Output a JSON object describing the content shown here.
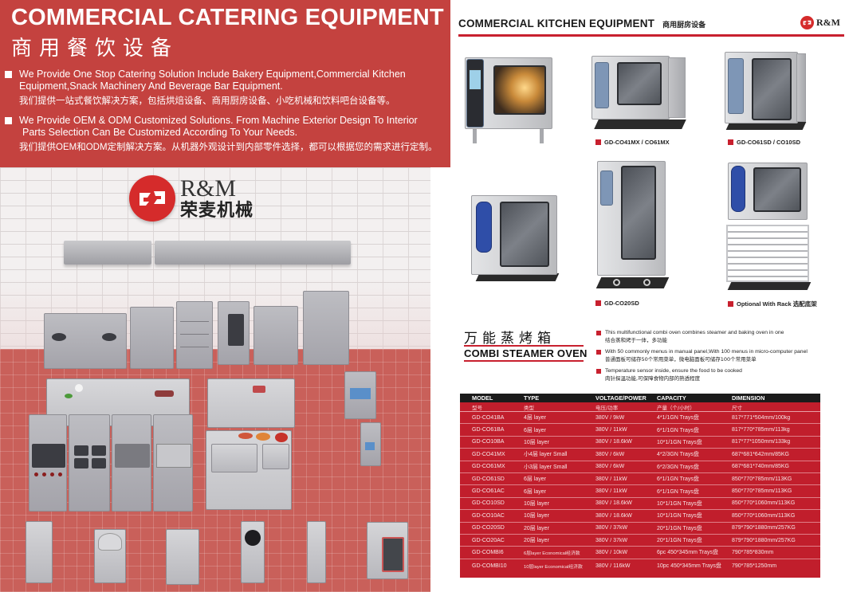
{
  "left_page": {
    "title": "COMMERCIAL CATERING EQUIPMENT",
    "title_cn": "商用餐饮设备",
    "bullets": [
      {
        "en_line1": "We Provide One Stop Catering Solution Include Bakery Equipment,Commercial Kitchen",
        "en_line2": "Equipment,Snack Machinery And Beverage Bar Equipment.",
        "cn": "我们提供一站式餐饮解决方案，包括烘焙设备、商用厨房设备、小吃机械和饮料吧台设备等。"
      },
      {
        "en_line1": "We Provide OEM & ODM Customized Solutions. From Machine Exterior Design To Interior",
        "en_line2": "Parts Selection Can Be Customized According To Your Needs.",
        "cn": "我们提供OEM和ODM定制解决方案。从机器外观设计到内部零件选择，都可以根据您的需求进行定制。"
      }
    ],
    "brand": {
      "name_en": "R&M",
      "name_cn": "荣麦机械"
    },
    "colors": {
      "banner": "#c4423f",
      "floor": "#c9605a",
      "brand_red": "#d52b2b"
    }
  },
  "right_page": {
    "header": {
      "title": "COMMERCIAL KITCHEN EQUIPMENT",
      "title_cn": "商用厨房设备",
      "logo_text": "R&M"
    },
    "product_captions": [
      "GD-CO41MX / CO61MX",
      "GD-CO61SD / CO10SD",
      "GD-CO20SD",
      "Optional With Rack 选配底架"
    ],
    "section": {
      "title_cn": "万能蒸烤箱",
      "title_en": "COMBI STEAMER OVEN"
    },
    "features": [
      {
        "en": "This multifunctional combi oven combines steamer and baking oven in one",
        "cn": "结合蒸和烤于一体，多功能"
      },
      {
        "en": "With 50 commonly menus in manual panel,With 100 menus in micro-computer panel",
        "cn": "普通面板可储存50个常用菜单，微电脑面板可储存100个常用菜单"
      },
      {
        "en": "Temperature sensor inside, ensure the food to be cooked",
        "cn": "肉针探温功能,可保障食物内部的熟透程度"
      }
    ],
    "table": {
      "headers": [
        "MODEL",
        "TYPE",
        "VOLTAGE/POWER",
        "CAPACITY",
        "DIMENSION"
      ],
      "headers_cn": [
        "型号",
        "类型",
        "电压/功率",
        "产量（个/小时）",
        "尺寸"
      ],
      "rows": [
        [
          "GD-CO41BA",
          "4层 layer",
          "380V / 9kW",
          "4*1/1GN Trays盘",
          "817*771*504mm/100kg"
        ],
        [
          "GD-CO61BA",
          "6层 layer",
          "380V / 11kW",
          "6*1/1GN Trays盘",
          "817*770*785mm/113kg"
        ],
        [
          "GD-CO10BA",
          "10层 layer",
          "380V / 18.6kW",
          "10*1/1GN Trays盘",
          "817*77*1050mm/133kg"
        ],
        [
          "GD-CO41MX",
          "小4层 layer Small",
          "380V / 6kW",
          "4*2/3GN Trays盘",
          "687*681*642mm/85KG"
        ],
        [
          "GD-CO61MX",
          "小3层 layer Small",
          "380V / 6kW",
          "6*2/3GN Trays盘",
          "687*681*740mm/85KG"
        ],
        [
          "GD-CO61SD",
          "6层 layer",
          "380V / 11kW",
          "6*1/1GN Trays盘",
          "850*770*785mm/113KG"
        ],
        [
          "GD-CO61AC",
          "6层 layer",
          "380V / 11kW",
          "6*1/1GN Trays盘",
          "850*770*785mm/113KG"
        ],
        [
          "GD-CO10SD",
          "10层 layer",
          "380V / 18.6kW",
          "10*1/1GN Trays盘",
          "850*770*1060mm/113KG"
        ],
        [
          "GD-CO10AC",
          "10层 layer",
          "380V / 18.6kW",
          "10*1/1GN Trays盘",
          "850*770*1060mm/113KG"
        ],
        [
          "GD-CO20SD",
          "20层 layer",
          "380V / 37kW",
          "20*1/1GN Trays盘",
          "879*790*1880mm/257KG"
        ],
        [
          "GD-CO20AC",
          "20层 layer",
          "380V / 37kW",
          "20*1/1GN Trays盘",
          "879*790*1880mm/257KG"
        ],
        [
          "GD-COMBI6",
          "6层layer Economical经济款",
          "380V / 10kW",
          "6pc 450*345mm Trays盘",
          "790*785*830mm"
        ],
        [
          "GD-COMBI10",
          "10层layer Economical经济款",
          "380V / 116kW",
          "10pc 450*345mm Trays盘",
          "790*785*1250mm"
        ]
      ]
    },
    "colors": {
      "accent_red": "#c8202e",
      "table_bg": "#c11e2c",
      "table_header": "#1b1b1b"
    }
  }
}
